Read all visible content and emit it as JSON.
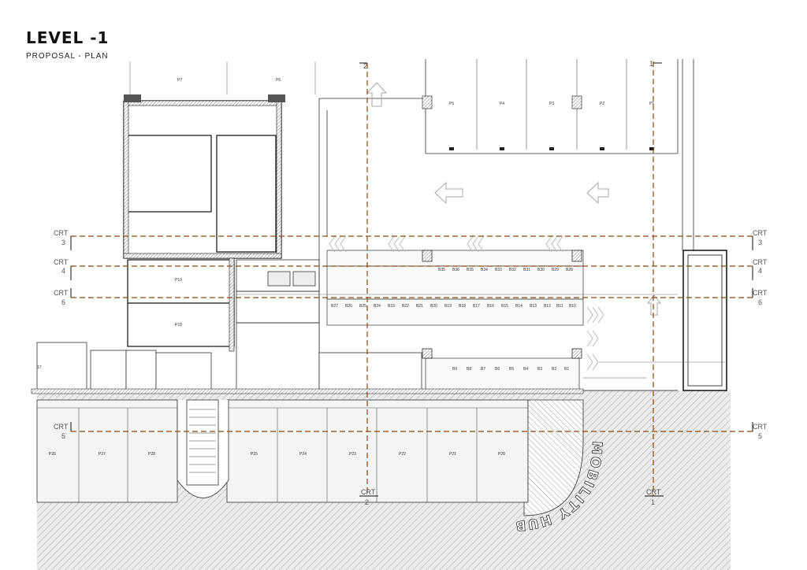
{
  "header": {
    "title": "LEVEL -1",
    "subtitle": "PROPOSAL - PLAN"
  },
  "colors": {
    "section_line": "#8a4a10",
    "wall": "#111111",
    "hatch_ground": "#9a9a9a"
  },
  "sections": {
    "crt_label": "CRT",
    "left_3": "3",
    "left_4": "4",
    "left_6": "6",
    "left_5": "5",
    "right_3": "3",
    "right_4": "4",
    "right_6": "6",
    "right_5": "5",
    "bottom_2": "2",
    "bottom_1": "1",
    "top_2": "2",
    "top_1": "1"
  },
  "parking": {
    "top_row": [
      "P5",
      "P4",
      "P3",
      "P2",
      "P1"
    ],
    "top_left": [
      "P7",
      "P6"
    ],
    "left_rooms": [
      "P19",
      "P18"
    ],
    "lower_row": [
      "P26",
      "P27",
      "P28",
      "P25",
      "P24",
      "P23",
      "P22",
      "P21",
      "P20"
    ],
    "misc": "17"
  },
  "bike_rows": {
    "row_a": [
      "B35",
      "B36",
      "B35",
      "B34",
      "B33",
      "B32",
      "B31",
      "B30",
      "B29",
      "B28"
    ],
    "row_b": [
      "B27",
      "B26",
      "B25",
      "B24",
      "B23",
      "B22",
      "B21",
      "B20",
      "B19",
      "B18",
      "B17",
      "B16",
      "B15",
      "B14",
      "B13",
      "B12",
      "B11",
      "B10"
    ],
    "row_c": [
      "B9",
      "B8",
      "B7",
      "B6",
      "B5",
      "B4",
      "B3",
      "B2",
      "B1"
    ]
  },
  "labels": {
    "mobility_hub": "MOBILITY HUB"
  }
}
